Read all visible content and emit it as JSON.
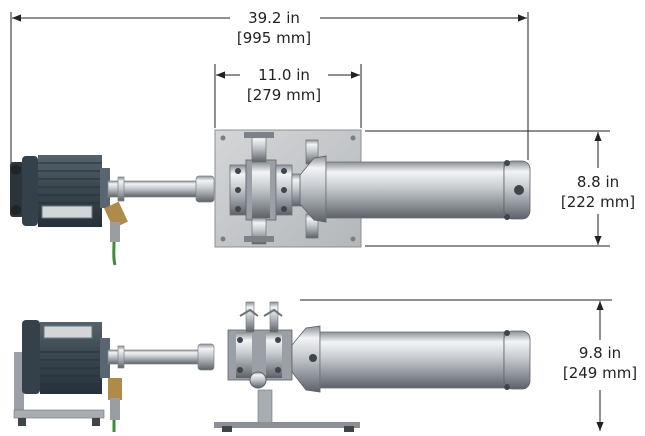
{
  "dimensions": {
    "overall_length": {
      "imperial": "39.2 in",
      "metric": "[995 mm]"
    },
    "plate_width": {
      "imperial": "11.0 in",
      "metric": "[279 mm]"
    },
    "top_height": {
      "imperial": "8.8 in",
      "metric": "[222 mm]"
    },
    "side_height": {
      "imperial": "9.8 in",
      "metric": "[249 mm]"
    }
  },
  "colors": {
    "motor": "#3d4a52",
    "steel_light": "#e4e7ea",
    "steel_dark": "#7c8288",
    "plate": "#c6c8ca",
    "dimension_line": "#222222"
  }
}
